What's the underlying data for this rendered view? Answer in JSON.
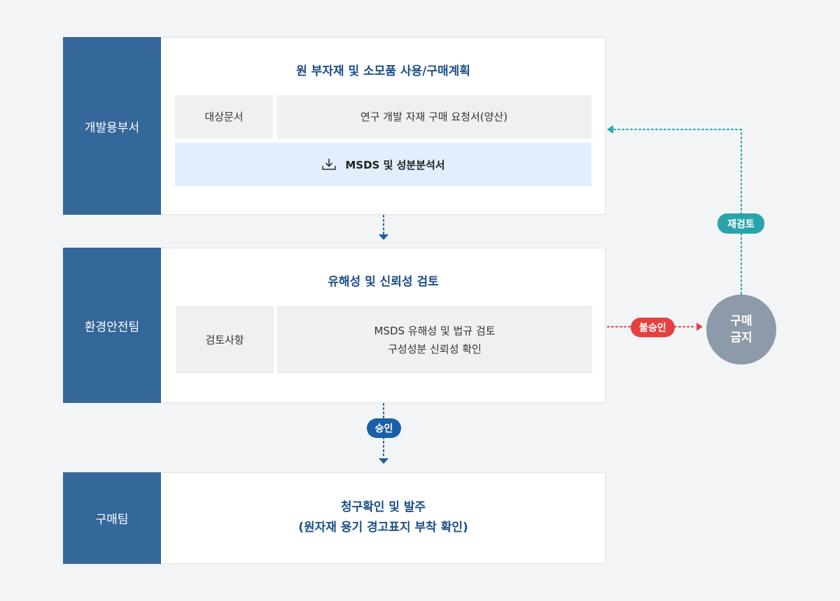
{
  "steps": [
    {
      "department": "개발용부서",
      "title": "원 부자재 및 소모품 사용/구매계획",
      "row_label": "대상문서",
      "row_value": "연구 개발 자재 구매 요청서(양산)",
      "download_label": "MSDS 및 성분분석서"
    },
    {
      "department": "환경안전팀",
      "title": "유해성 및 신뢰성 검토",
      "row_label": "검토사항",
      "row_value_line1": "MSDS 유해성 및 법규 검토",
      "row_value_line2": "구성성분 신뢰성 확인"
    },
    {
      "department": "구매팀",
      "title_line1": "청구확인 및 발주",
      "title_line2": "(원자재 용기 경고표지 부착 확인)"
    }
  ],
  "badges": {
    "approve": "승인",
    "reject": "불승인",
    "review_again": "재검토"
  },
  "end_node": {
    "line1": "구매",
    "line2": "금지"
  },
  "icons": {
    "download": "download-icon"
  },
  "colors": {
    "department_bg": "#34679a",
    "title_text": "#1d4f87",
    "approve": "#1a5fa8",
    "reject": "#e5413e",
    "review_again": "#2aa4ac",
    "end_node": "#8c9aa9",
    "download_row_bg": "#e2eefb"
  }
}
